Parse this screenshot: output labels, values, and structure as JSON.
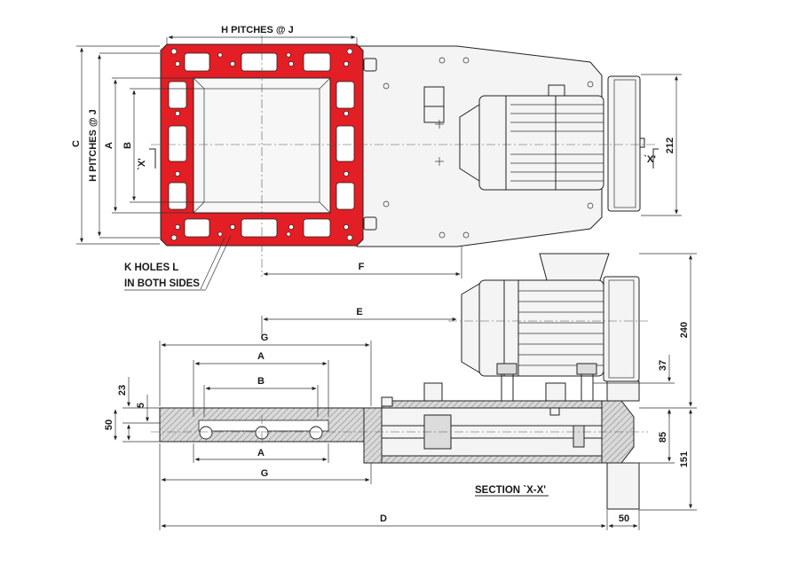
{
  "labels": {
    "h_pitches_top": "H PITCHES @ J",
    "h_pitches_side": "H PITCHES @ J",
    "c": "C",
    "a_left": "A",
    "b_left": "B",
    "x_left": "`X'",
    "x_right": "`X'",
    "dim_212": "212",
    "f": "F",
    "e": "E",
    "g_top": "G",
    "a_mid": "A",
    "b_mid": "B",
    "a_low": "A",
    "g_low": "G",
    "d": "D",
    "dim_50_bottom": "50",
    "dim_23": "23",
    "dim_5": "5",
    "dim_50_left": "50",
    "dim_240": "240",
    "dim_37": "37",
    "dim_85": "85",
    "dim_151": "151",
    "k_holes_line1": "K HOLES L",
    "k_holes_line2": "IN BOTH SIDES",
    "section": "SECTION `X-X'"
  },
  "colors": {
    "flange": "#e31e24",
    "line": "#222222",
    "body": "#f4f4f4"
  }
}
